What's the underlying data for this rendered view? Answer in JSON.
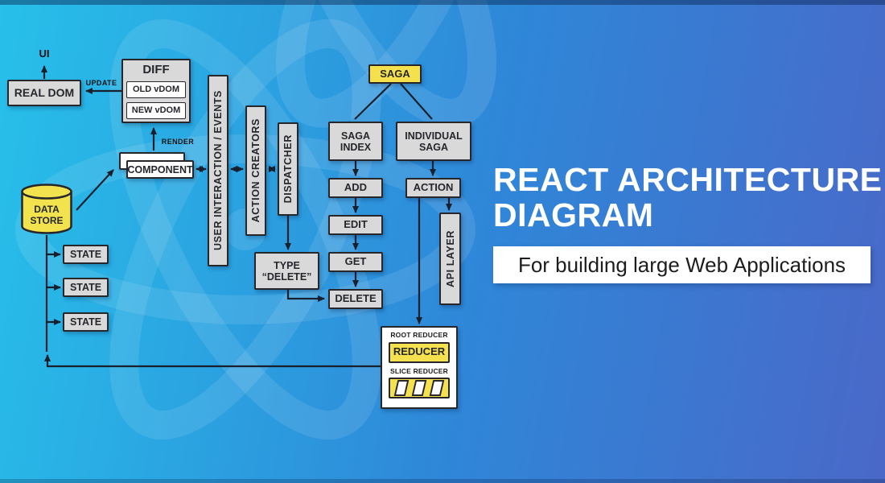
{
  "title": {
    "heading_line1": "REACT ARCHITECTURE",
    "heading_line2": "DIAGRAM",
    "subtitle": "For building large Web Applications"
  },
  "colors": {
    "bg_left": "#27c0ea",
    "bg_mid": "#2f86d8",
    "bg_right": "#4a68c8",
    "box_fill": "#d9d9d9",
    "box_border": "#26262b",
    "accent_yellow": "#f5e14d",
    "connector": "#17202c",
    "title_text": "#ffffff",
    "subtitle_text": "#1d1d1f"
  },
  "nodes": {
    "ui_label": "UI",
    "real_dom": "REAL DOM",
    "diff": "DIFF",
    "old_vdom": "OLD vDOM",
    "new_vdom": "NEW vDOM",
    "update_label": "UPDATE",
    "render_label": "RENDER",
    "component": "COMPONENT",
    "user_interaction_events": "USER INTERACTION / EVENTS",
    "action_creators": "ACTION CREATORS",
    "dispatcher": "DISPATCHER",
    "type_delete_line1": "TYPE",
    "type_delete_line2": "“DELETE”",
    "saga": "SAGA",
    "saga_index_line1": "SAGA",
    "saga_index_line2": "INDEX",
    "individual_saga_line1": "INDIVIDUAL",
    "individual_saga_line2": "SAGA",
    "add": "ADD",
    "edit": "EDIT",
    "get": "GET",
    "delete": "DELETE",
    "action": "ACTION",
    "api_layer": "API LAYER",
    "data_store_line1": "DATA",
    "data_store_line2": "STORE",
    "state_1": "STATE",
    "state_2": "STATE",
    "state_3": "STATE",
    "root_reducer": "ROOT REDUCER",
    "reducer": "REDUCER",
    "slice_reducer": "SLICE REDUCER"
  }
}
